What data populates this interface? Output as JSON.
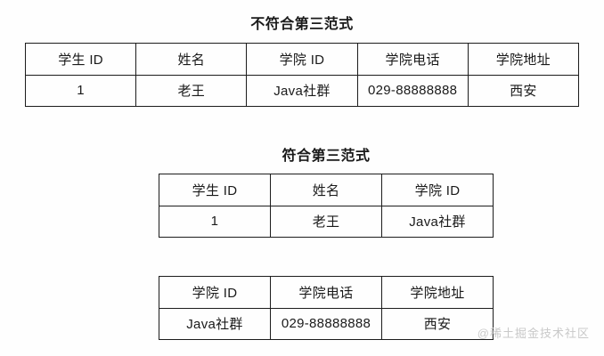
{
  "page": {
    "background_color": "#fefefe",
    "border_color": "#1c1c1c",
    "text_color": "#1a1a1a",
    "watermark_color": "#c9c9c9"
  },
  "section_violation": {
    "title": "不符合第三范式",
    "table": {
      "headers": [
        "学生 ID",
        "姓名",
        "学院 ID",
        "学院电话",
        "学院地址"
      ],
      "rows": [
        [
          "1",
          "老王",
          "Java社群",
          "029-88888888",
          "西安"
        ]
      ]
    }
  },
  "section_compliant": {
    "title": "符合第三范式",
    "student_table": {
      "headers": [
        "学生 ID",
        "姓名",
        "学院 ID"
      ],
      "rows": [
        [
          "1",
          "老王",
          "Java社群"
        ]
      ]
    },
    "college_table": {
      "headers": [
        "学院 ID",
        "学院电话",
        "学院地址"
      ],
      "rows": [
        [
          "Java社群",
          "029-88888888",
          "西安"
        ]
      ]
    }
  },
  "watermark": {
    "text": "@稀土掘金技术社区"
  }
}
